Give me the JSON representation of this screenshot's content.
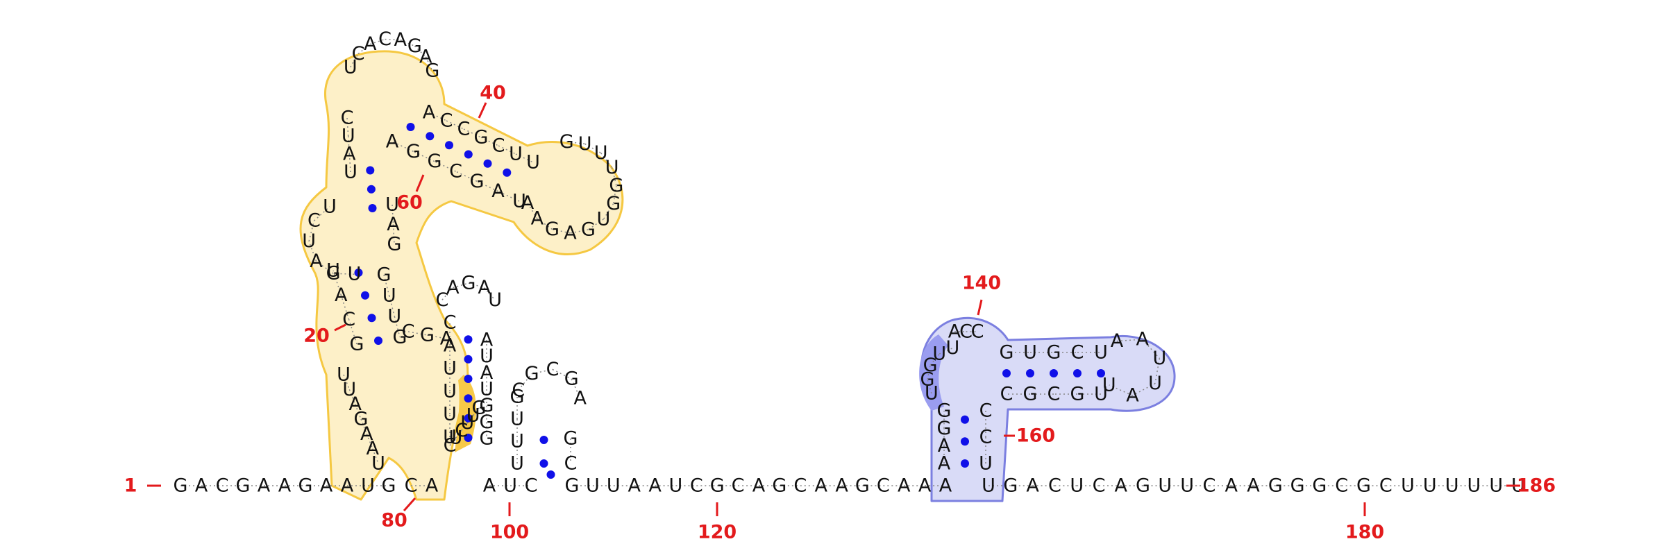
{
  "diagram": {
    "colors": {
      "nucleotide": "#111111",
      "backbone": "#888888",
      "pair_dot": "#1010e8",
      "position_label": "#e31a1c",
      "highlight_yellow_fill": "#fdf0c8",
      "highlight_yellow_edge": "#f5c842",
      "highlight_yellow_strong": "#f7c948",
      "highlight_blue_fill": "#d9dbf7",
      "highlight_blue_edge": "#7b7fe0",
      "highlight_blue_strong": "#9a9df0"
    },
    "labels": {
      "n1": "1",
      "n20": "20",
      "n40": "40",
      "n60": "60",
      "n80": "80",
      "n100": "100",
      "n120": "120",
      "n140": "140",
      "n160": "160",
      "n180": "180",
      "n186": "186"
    },
    "segments": {
      "spine_a": "GACGAAGAAUG",
      "spine_b": "CA",
      "spine_c": "AUC",
      "spine_d": "GUUAAUCGCAGCAAGCAAA",
      "spine_e": "UGACUCAGUUCAAGGGCGCUUUUUU",
      "h1_left_lower": "UUAGAAU",
      "h1_stem_5p": "GCAU",
      "h1_loop_left": "UGAUCU",
      "h1_stem_upper_left": "UAUC",
      "h1_top_loop": "UCACAGAG",
      "h1_arm_top": "ACCGCUU",
      "h1_right_loop": "GUUUGGUGAGAA",
      "h1_arm_bottom": "UAGCGGA",
      "h1_stem_upper_right": "UAG",
      "h1_stem_3p": "GUUG",
      "h1_junction": "CGA",
      "h2_left": "UUUUAC",
      "h2_loop": "CAGAU",
      "h2_right": "AUAUGGG",
      "h2_cross": "CUCUUG",
      "h3_left": "UUUG",
      "h3_loop": "CGCGA",
      "h3_right": "GCC",
      "h4_left": "AAGG",
      "h4_left_loop": "UGGUU",
      "h4_top": "ACC",
      "h4_stem_top": "GUGCU",
      "h4_loop": "AAUUAU",
      "h4_stem_bottom": "UGCGC",
      "h4_right": "CCU"
    }
  }
}
